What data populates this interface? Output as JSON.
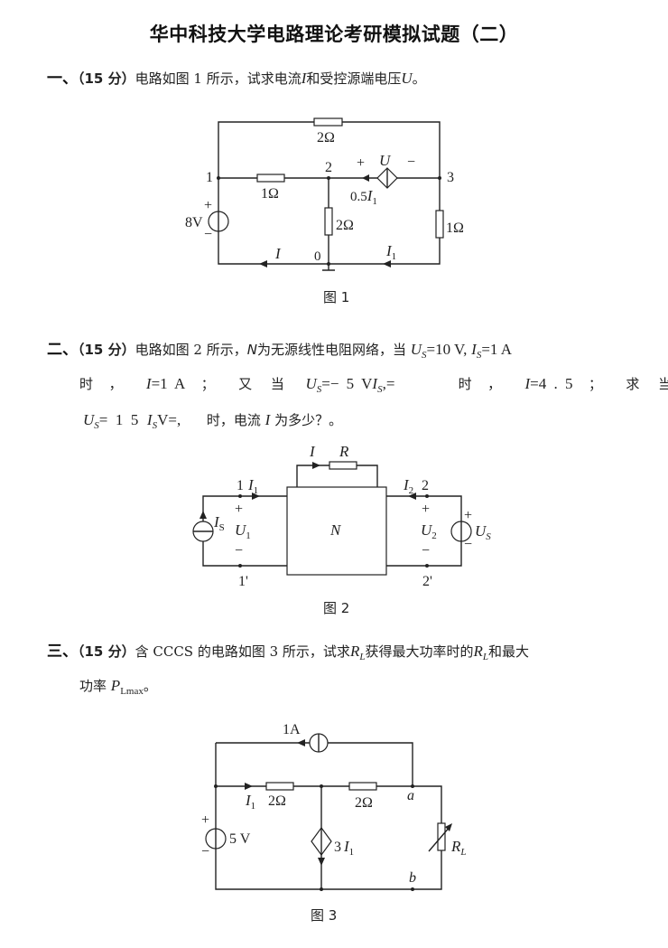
{
  "title": "华中科技大学电路理论考研模拟试题（二）",
  "q1": {
    "number": "一、",
    "points": "（15 分）",
    "text_a": "电路如图 1 所示，试求电流",
    "var_I": "I",
    "text_b": "和受控源端电压",
    "var_U": "U",
    "text_c": "。",
    "figure": {
      "caption": "图 1",
      "labels": {
        "r_top": "2Ω",
        "r_12": "1Ω",
        "r_20": "2Ω",
        "r_30": "1Ω",
        "node1": "1",
        "node2": "2",
        "node3": "3",
        "node0": "0",
        "source_v": "8V",
        "source_plus": "+",
        "source_minus": "−",
        "u_plus": "+",
        "u_label": "U",
        "u_minus": "−",
        "ccs_label": "0.5",
        "ccs_var": "I",
        "ccs_sub": "1",
        "current_I": "I",
        "current_I1": "I",
        "current_I1_sub": "1"
      }
    }
  },
  "q2": {
    "number": "二、",
    "points": "（15 分）",
    "line1": {
      "text_a": "电路如图 2 所示，",
      "var_N": "N",
      "text_b": "为无源线性电阻网络，当",
      "us_var": "U",
      "us_sub": "S",
      "us_val": "=10 V,",
      "is_var": "I",
      "is_sub": "S",
      "is_val": "=1 A"
    },
    "line2": {
      "t1": "时",
      "t2": "，",
      "i_var": "I",
      "i_val": "=1 A",
      "t3": "；",
      "t4": "又 当",
      "us_var": "U",
      "us_sub": "S",
      "us_val": "=− 5  V",
      "is_var": "I",
      "is_sub": "S",
      "is_val": ",=",
      "t5": "时",
      "t6": "，",
      "i2_var": "I",
      "i2_val": "=4 . 5",
      "t7": "；",
      "t8": "求 当"
    },
    "line3": {
      "us_var": "U",
      "us_sub": "S",
      "us_val": "=  1  5",
      "is_var": "I",
      "is_sub": "S",
      "is_val": "V=,",
      "text": "时，电流",
      "i_var": "I",
      "text_b": "为多少？。"
    },
    "figure": {
      "caption": "图 2",
      "labels": {
        "network": "N",
        "r": "R",
        "i": "I",
        "t1": "1",
        "t1p": "1'",
        "t2": "2",
        "t2p": "2'",
        "i1": "I",
        "i1_sub": "1",
        "i2": "I",
        "i2_sub": "2",
        "u1": "U",
        "u1_sub": "1",
        "u2": "U",
        "u2_sub": "2",
        "is": "I",
        "is_sub": "S",
        "us": "U",
        "us_sub": "S",
        "plus": "+",
        "minus": "−"
      }
    }
  },
  "q3": {
    "number": "三、",
    "points": "（15 分）",
    "text_a": "含 CCCS 的电路如图 3 所示，试求",
    "rl_var": "R",
    "rl_sub": "L",
    "text_b": "获得最大功率时的",
    "text_c": "和最大",
    "line2_a": "功率",
    "p_var": "P",
    "p_sub": "Lmax",
    "line2_b": "。",
    "figure": {
      "caption": "图 3",
      "labels": {
        "is": "1A",
        "r1": "2Ω",
        "r2": "2Ω",
        "i1": "I",
        "i1_sub": "1",
        "vs": "5 V",
        "plus": "+",
        "minus": "−",
        "ccs": "3",
        "ccs_var": "I",
        "ccs_sub": "1",
        "rl": "R",
        "rl_sub": "L",
        "node_a": "a",
        "node_b": "b"
      }
    }
  }
}
